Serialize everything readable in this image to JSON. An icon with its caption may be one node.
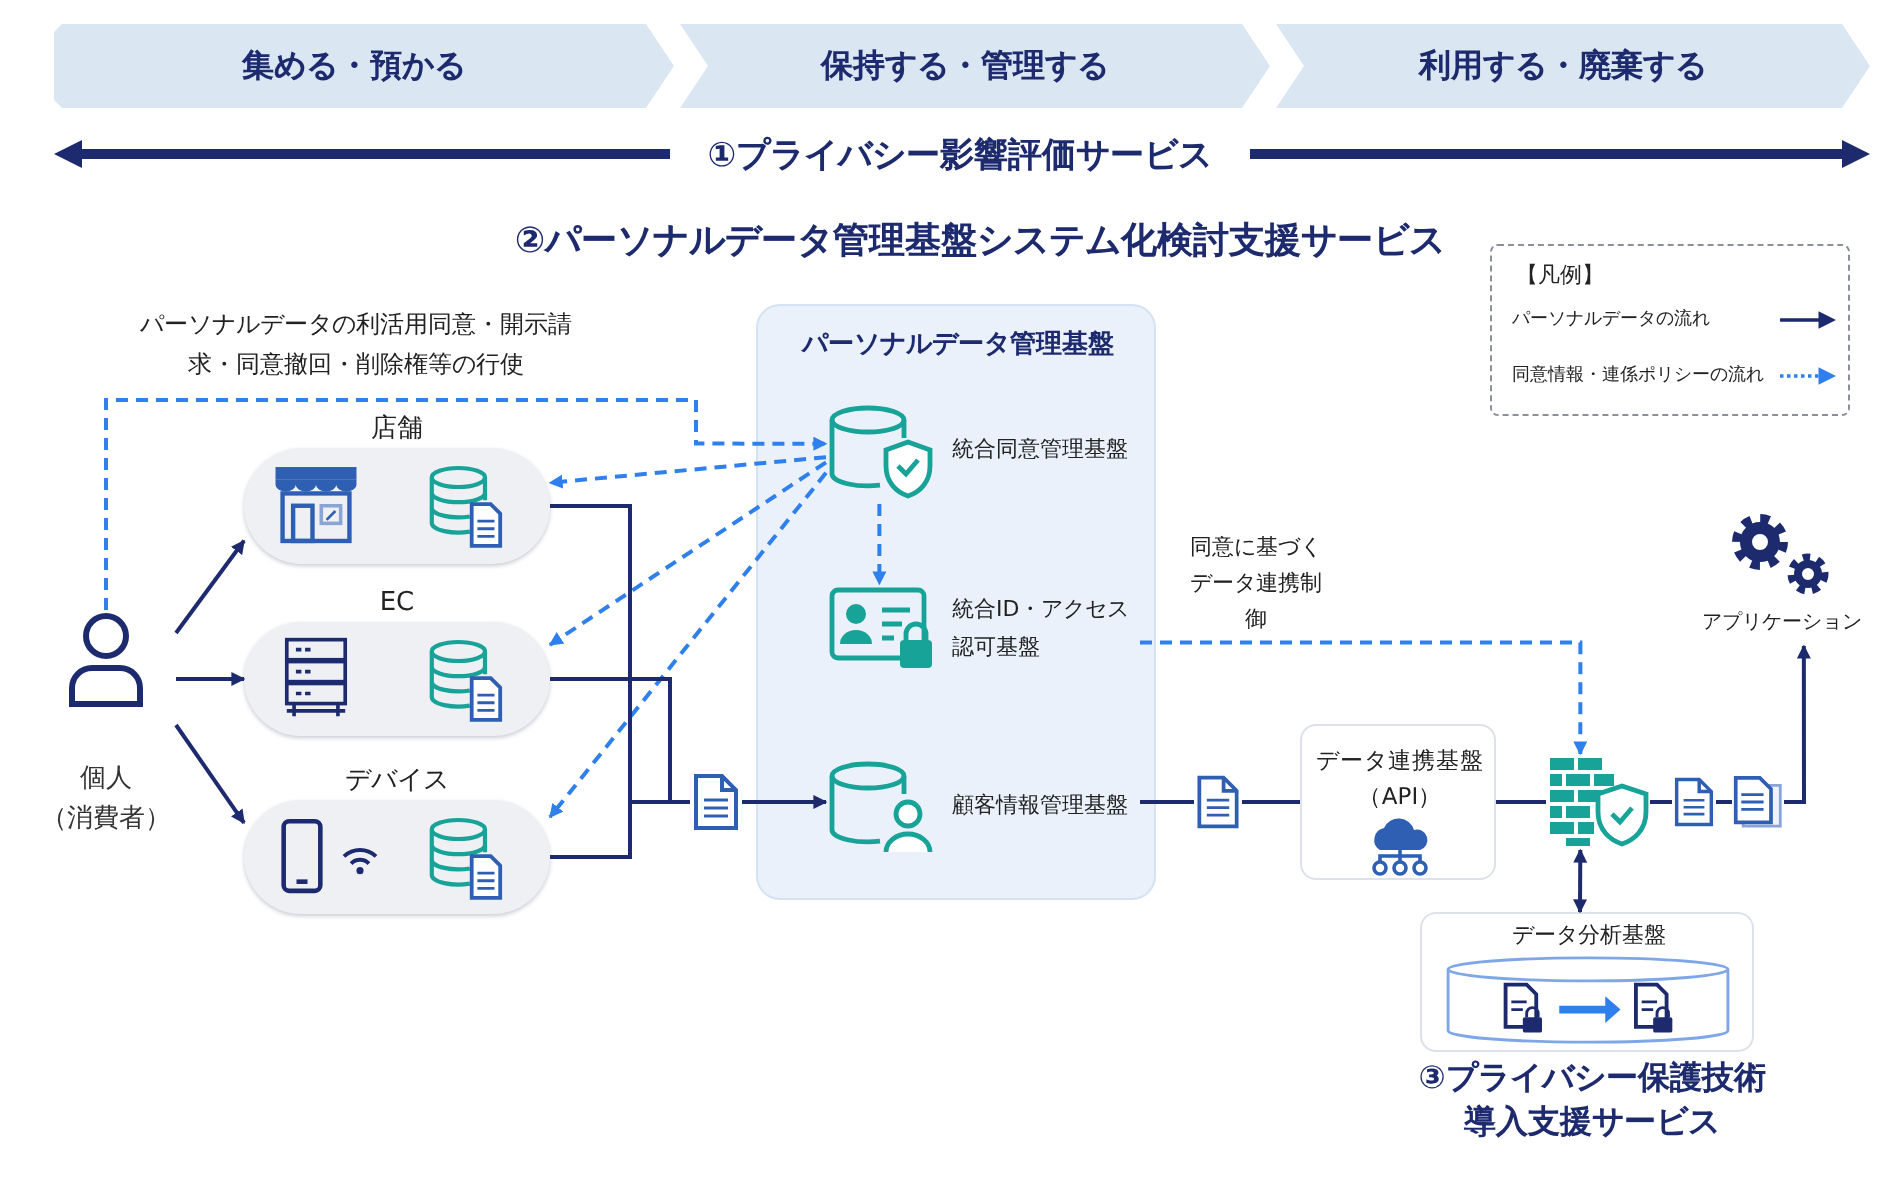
{
  "diagram": {
    "nodes": [
      {
        "text": [
          "集める・預かる"
        ]
      },
      {
        "text": [
          "保持する・管理する"
        ]
      },
      {
        "text": [
          "利用する・廃棄する"
        ]
      },
      {
        "text": [
          "個人（消費者）"
        ]
      },
      {
        "text": [
          "店舗"
        ]
      },
      {
        "text": [
          "EC"
        ]
      },
      {
        "text": [
          "デバイス"
        ]
      },
      {
        "text": [],
        "shape": "document"
      },
      {
        "text": [
          "パーソナルデータ管理基盤"
        ]
      },
      {
        "text": [
          "統合同意管理基盤"
        ],
        "in": 8
      },
      {
        "text": [
          "統合ID・アクセス認可基盤"
        ],
        "in": 8
      },
      {
        "text": [
          "顧客情報管理基盤"
        ],
        "in": 8
      },
      {
        "text": [],
        "shape": "document"
      },
      {
        "text": [
          "データ連携基盤（API）"
        ]
      },
      {
        "text": [],
        "shape": "firewall"
      },
      {
        "text": [],
        "shape": "document"
      },
      {
        "text": [],
        "shape": "documents"
      },
      {
        "text": [
          "アプリケーション"
        ]
      },
      {
        "text": [
          "データ分析基盤"
        ]
      }
    ],
    "edges": [
      {
        "from": 3,
        "to": 4,
        "arrow": "to"
      },
      {
        "from": 3,
        "to": 5,
        "arrow": "to"
      },
      {
        "from": 3,
        "to": 6,
        "arrow": "to"
      },
      {
        "from": 3,
        "to": 9,
        "arrow": "to",
        "style": "dashed",
        "color": "#2f80ed"
      },
      {
        "from": 9,
        "to": 4,
        "arrow": "to",
        "style": "dashed",
        "color": "#2f80ed"
      },
      {
        "from": 9,
        "to": 5,
        "arrow": "to",
        "style": "dashed",
        "color": "#2f80ed"
      },
      {
        "from": 9,
        "to": 6,
        "arrow": "to",
        "style": "dashed",
        "color": "#2f80ed"
      },
      {
        "from": 9,
        "to": 10,
        "arrow": "to",
        "style": "dashed",
        "color": "#2f80ed"
      },
      {
        "from": 10,
        "to": 14,
        "arrow": "to",
        "style": "dashed",
        "color": "#2f80ed",
        "label": "同意に基づくデータ連携制御"
      },
      {
        "from": 4,
        "to": 7,
        "arrow": "none"
      },
      {
        "from": 5,
        "to": 7,
        "arrow": "none"
      },
      {
        "from": 6,
        "to": 7,
        "arrow": "none"
      },
      {
        "from": 7,
        "to": 11,
        "arrow": "to"
      },
      {
        "from": 11,
        "to": 12,
        "arrow": "none"
      },
      {
        "from": 12,
        "to": 13,
        "arrow": "none"
      },
      {
        "from": 13,
        "to": 14,
        "arrow": "none"
      },
      {
        "from": 14,
        "to": 15,
        "arrow": "none"
      },
      {
        "from": 15,
        "to": 16,
        "arrow": "none"
      },
      {
        "from": 16,
        "to": 17,
        "arrow": "to"
      },
      {
        "from": 14,
        "to": 18,
        "arrow": "both"
      }
    ],
    "labels": [
      "①プライバシー影響評価サービス",
      "②パーソナルデータ管理基盤システム化検討支援サービス",
      "【凡例】",
      "パーソナルデータの利活用同意・開示請求・同意撤回・削除権等の行使",
      "③プライバシー保護技術導入支援サービス"
    ],
    "legend": [
      {
        "text": "パーソナルデータの流れ"
      },
      {
        "text": "同意情報・連係ポリシーの流れ"
      }
    ]
  }
}
